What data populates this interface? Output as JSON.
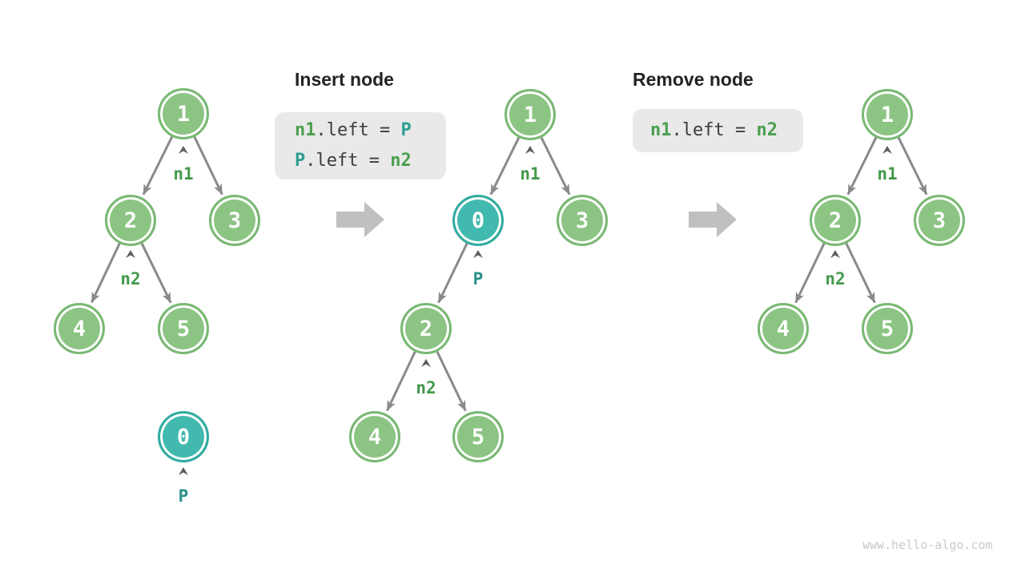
{
  "figure": {
    "watermark": "www.hello-algo.com"
  },
  "insert_panel": {
    "title": "Insert node",
    "line1": {
      "a": "n1",
      "b": ".left = ",
      "c": "P"
    },
    "line2": {
      "a": "P",
      "b": ".left = ",
      "c": "n2"
    }
  },
  "remove_panel": {
    "title": "Remove node",
    "line1": {
      "a": "n1",
      "b": ".left = ",
      "c": "n2"
    }
  },
  "trees": {
    "left": {
      "node1": "1",
      "node2": "2",
      "node3": "3",
      "node4": "4",
      "node5": "5",
      "node0": "0",
      "label_n1": "n1",
      "label_n2": "n2",
      "label_p": "P"
    },
    "middle": {
      "node1": "1",
      "node0": "0",
      "node3": "3",
      "node2": "2",
      "node4": "4",
      "node5": "5",
      "label_n1": "n1",
      "label_p": "P",
      "label_n2": "n2"
    },
    "right": {
      "node1": "1",
      "node2": "2",
      "node3": "3",
      "node4": "4",
      "node5": "5",
      "label_n1": "n1",
      "label_n2": "n2"
    }
  },
  "colors": {
    "node_green_fill": "#8CC583",
    "node_green_ring": "#79B873",
    "node_teal_fill": "#41B9AE",
    "node_teal_ring": "#32ABA1",
    "node_text": "#ffffff",
    "label_green": "#43984A",
    "label_teal": "#2A9089",
    "edge_gray": "#8A8A8A",
    "caret_gray": "#5E5E5E",
    "big_arrow_gray": "#C0C0C0",
    "code_bg": "#E9E9E9",
    "code_plain": "#3C3C3C",
    "code_green": "#4AA04E",
    "code_teal": "#2E9C93",
    "title_text": "#232323",
    "watermark_gray": "#C9C9C9",
    "background": "#ffffff"
  }
}
